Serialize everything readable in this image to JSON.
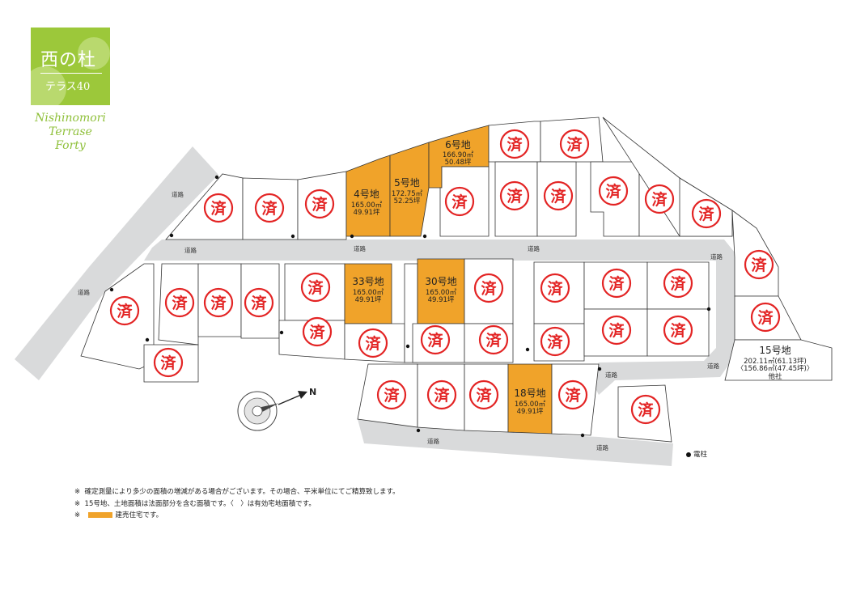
{
  "logo": {
    "title": "西の杜",
    "subtitle": "テラス40",
    "english": [
      "Nishinomori",
      "Terrase",
      "Forty"
    ]
  },
  "sold_mark": "済",
  "road_label": "道路",
  "lots_available": [
    {
      "name": "4号地",
      "area": "165.00㎡",
      "tsubo": "49.91坪"
    },
    {
      "name": "5号地",
      "area": "172.75㎡",
      "tsubo": "52.25坪"
    },
    {
      "name": "6号地",
      "area": "166.90㎡",
      "tsubo": "50.48坪"
    },
    {
      "name": "33号地",
      "area": "165.00㎡",
      "tsubo": "49.91坪"
    },
    {
      "name": "30号地",
      "area": "165.00㎡",
      "tsubo": "49.91坪"
    },
    {
      "name": "18号地",
      "area": "165.00㎡",
      "tsubo": "49.91坪"
    }
  ],
  "lot15": {
    "name": "15号地",
    "area": "202.11㎡(61.13坪)",
    "net": "〈156.86㎡(47.45坪)〉",
    "owner": "他社"
  },
  "compass": {
    "label": "N"
  },
  "legend": {
    "pole": "電柱"
  },
  "notes": [
    "確定測量により多少の面積の増減がある場合がございます。その場合、平米単位にてご精算致します。",
    "15号地、土地面積は法面部分を含む面積です。〈　〉は有効宅地面積です。",
    "建売住宅です。"
  ],
  "note_mark": "※",
  "colors": {
    "available": "#f0a32a",
    "sold": "#e32424",
    "brand": "#9cc83a",
    "road": "#d9dadb"
  }
}
